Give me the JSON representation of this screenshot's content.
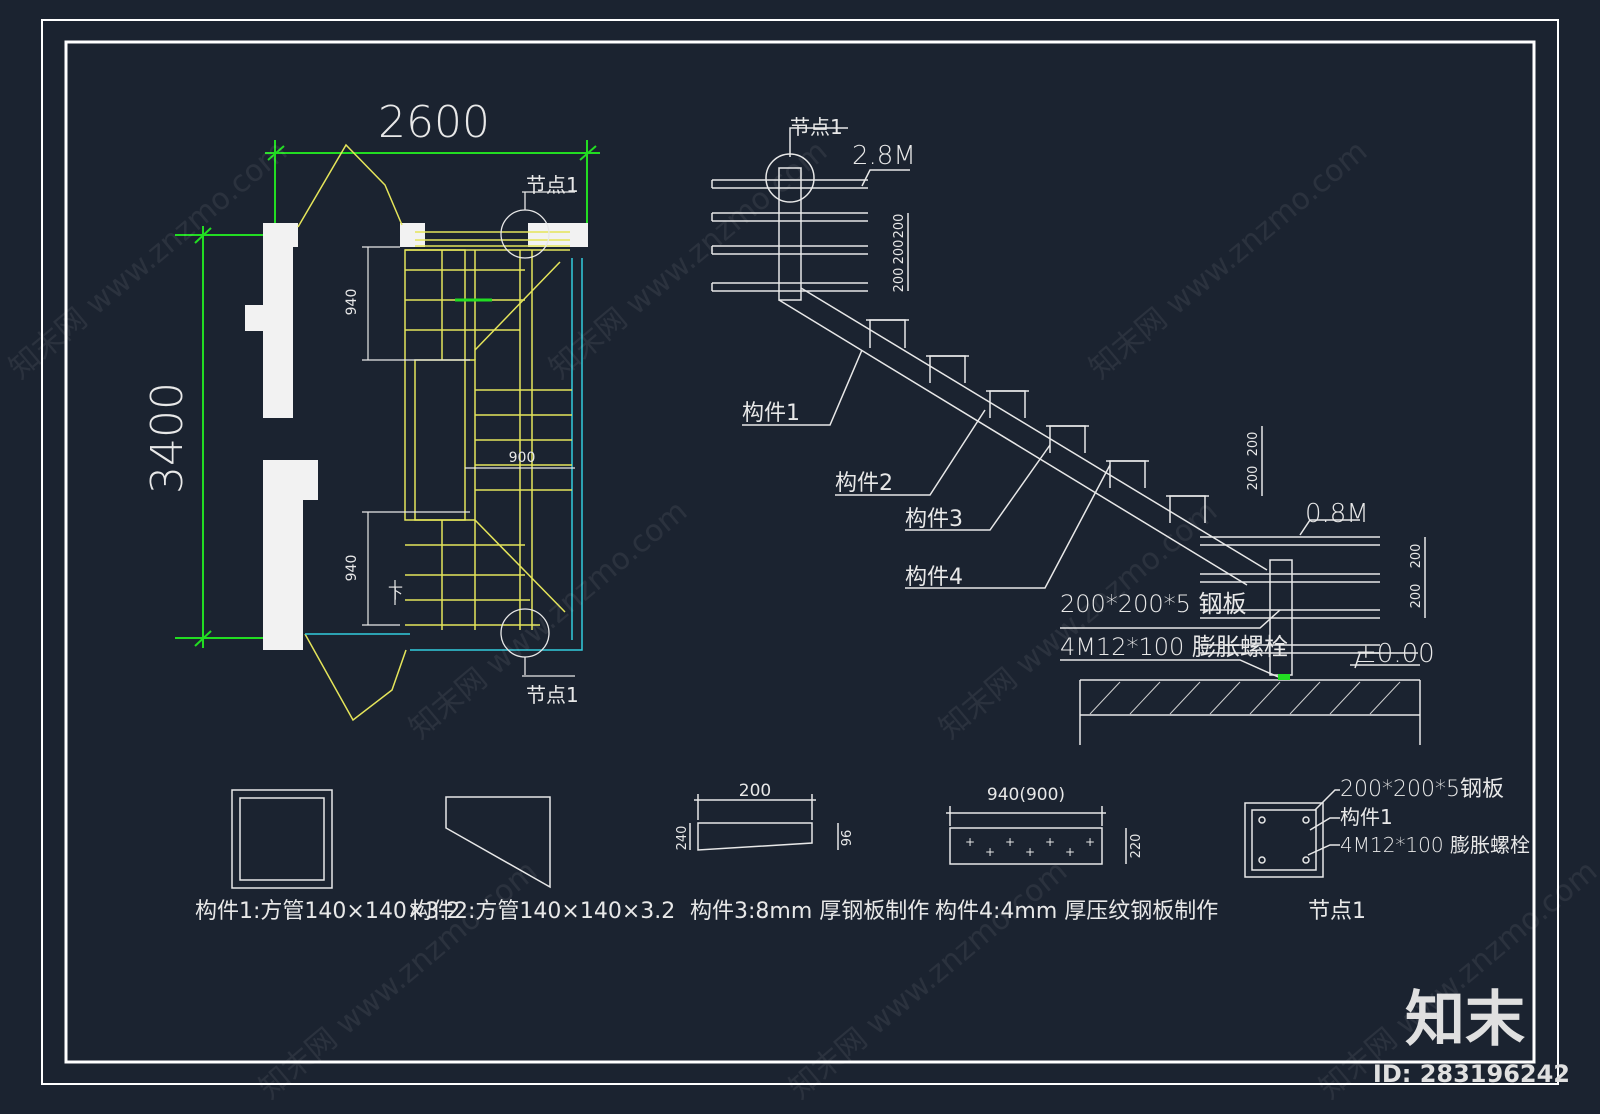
{
  "plan": {
    "width_dim": "2600",
    "height_dim": "3400",
    "dim_940_top": "940",
    "dim_940_bottom": "940",
    "dim_900": "900",
    "node_top": "节点1",
    "node_bottom": "节点1",
    "down_label": "下"
  },
  "elevation": {
    "node_label": "节点1",
    "level_top": "2.8M",
    "level_mid": "0.8M",
    "level_ground": "±0.00",
    "dims_top": [
      "200",
      "200",
      "200"
    ],
    "dims_mid": [
      "200",
      "200"
    ],
    "dims_bottom": [
      "200",
      "200"
    ],
    "component1": "构件1",
    "component2": "构件2",
    "component3": "构件3",
    "component4": "构件4",
    "plate_note": "200*200*5 钢板",
    "bolt_note": "4M12*100 膨胀螺栓"
  },
  "details": {
    "d1_caption": "构件1:方管140×140×3.2",
    "d2_caption": "构件2:方管140×140×3.2",
    "d3_caption": "构件3:8mm 厚钢板制作",
    "d3_dim_top": "200",
    "d3_dim_left": "240",
    "d3_dim_right": "96",
    "d4_caption": "构件4:4mm 厚压纹钢板制作",
    "d4_dim_top": "940(900)",
    "d4_dim_right": "220",
    "node_caption": "节点1",
    "node_plate": "200*200*5钢板",
    "node_component": "构件1",
    "node_bolt": "4M12*100 膨胀螺栓"
  },
  "watermark": {
    "text": "知末网 www.znzmo.com",
    "brand": "知末",
    "id": "ID: 283196242"
  },
  "colors": {
    "background": "#1b2330",
    "frame": "#ffffff",
    "dimension": "#22dd22",
    "stair_line": "#e5e55a",
    "cyan_line": "#33ccdd"
  }
}
